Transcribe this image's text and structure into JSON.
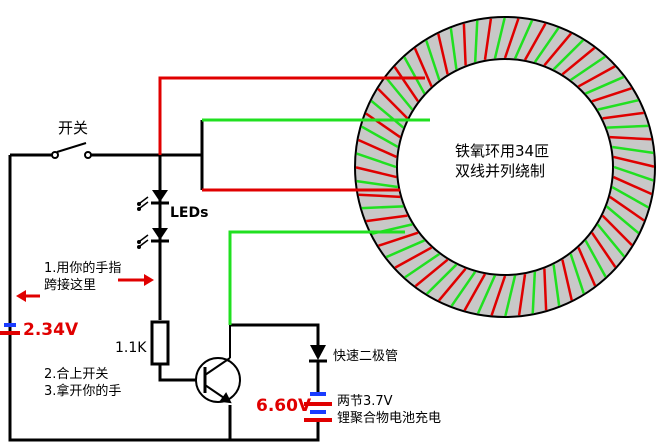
{
  "labels": {
    "switch": "开关",
    "leds": "LEDs",
    "toroid_line1": "铁氧环用34匝",
    "toroid_line2": "双线并列绕制",
    "step1_line1": "1.用你的手指",
    "step1_line2": "跨接这里",
    "step2": "2.合上开关",
    "step3": "3.拿开你的手",
    "resistor": "1.1K",
    "voltage_left": "2.34V",
    "voltage_right": "6.60V",
    "diode": "快速二极管",
    "battery_line1": "两节3.7V",
    "battery_line2": "锂聚合物电池充电"
  },
  "colors": {
    "wire": "#000000",
    "red_winding": "#e00000",
    "green_winding": "#20e020",
    "toroid_fill": "#c8c8c8",
    "annotation": "#e00000"
  },
  "toroid": {
    "turns": 34
  }
}
